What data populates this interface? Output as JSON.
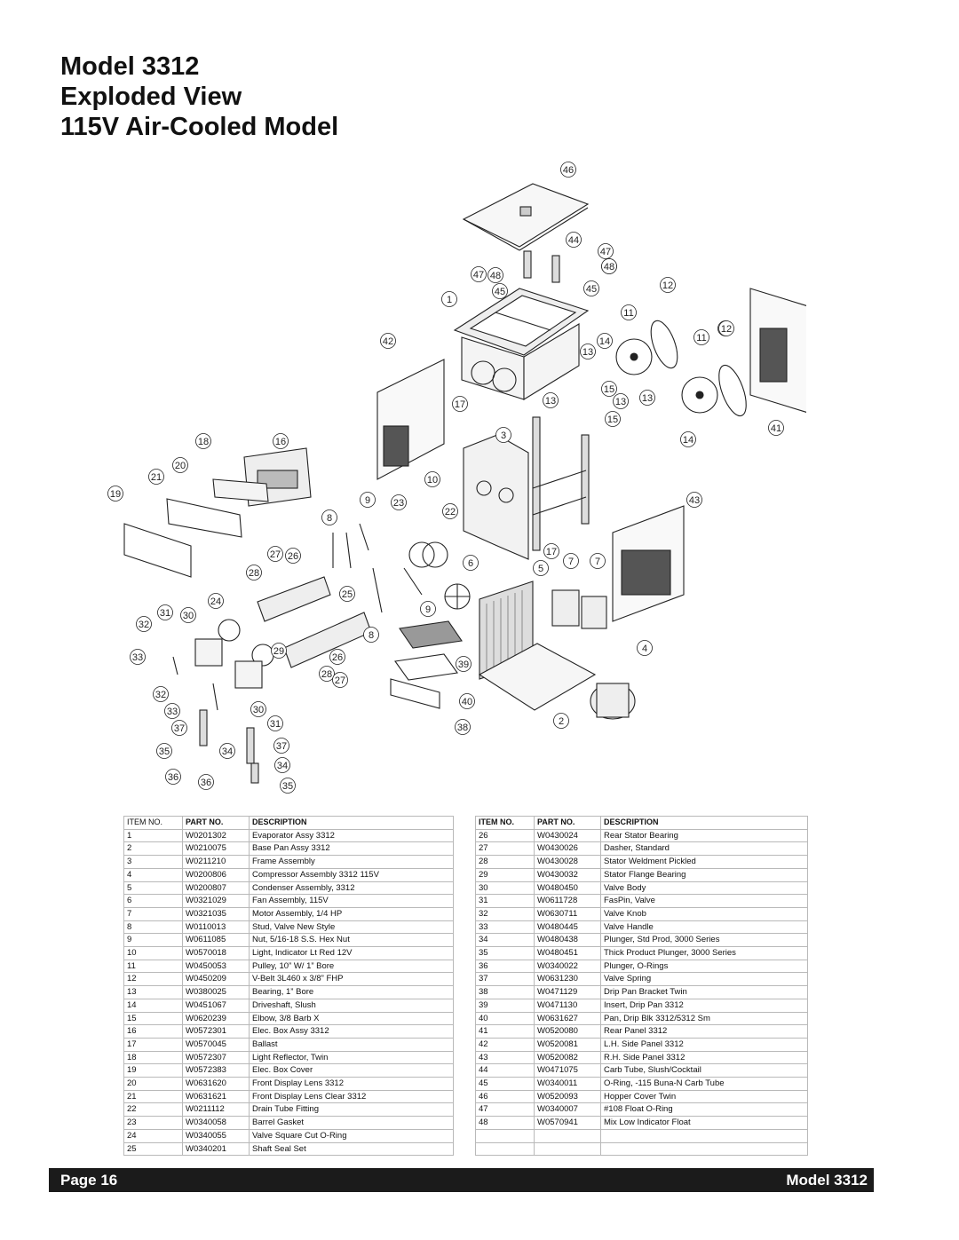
{
  "title": {
    "line1": "Model 3312",
    "line2": "Exploded View",
    "line3": "115V Air-Cooled Model"
  },
  "callouts": [
    "1",
    "2",
    "3",
    "4",
    "5",
    "6",
    "7",
    "8",
    "9",
    "10",
    "11",
    "12",
    "13",
    "14",
    "15",
    "16",
    "17",
    "18",
    "19",
    "20",
    "21",
    "22",
    "23",
    "24",
    "25",
    "26",
    "27",
    "28",
    "29",
    "30",
    "31",
    "32",
    "33",
    "34",
    "35",
    "36",
    "37",
    "38",
    "39",
    "40",
    "41",
    "42",
    "43",
    "44",
    "45",
    "46",
    "47",
    "48"
  ],
  "table": {
    "headers": [
      "ITEM NO.",
      "PART NO.",
      "DESCRIPTION"
    ],
    "rows": [
      [
        "1",
        "W0201302",
        "Evaporator Assy 3312",
        "26",
        "W0430024",
        "Rear Stator Bearing"
      ],
      [
        "2",
        "W0210075",
        "Base Pan Assy 3312",
        "27",
        "W0430026",
        "Dasher, Standard"
      ],
      [
        "3",
        "W0211210",
        "Frame Assembly",
        "28",
        "W0430028",
        "Stator Weldment Pickled"
      ],
      [
        "4",
        "W0200806",
        "Compressor Assembly 3312 115V",
        "29",
        "W0430032",
        "Stator Flange Bearing"
      ],
      [
        "5",
        "W0200807",
        "Condenser Assembly, 3312",
        "30",
        "W0480450",
        "Valve Body"
      ],
      [
        "6",
        "W0321029",
        "Fan Assembly, 115V",
        "31",
        "W0611728",
        "FasPin, Valve"
      ],
      [
        "7",
        "W0321035",
        "Motor Assembly, 1/4 HP",
        "32",
        "W0630711",
        "Valve Knob"
      ],
      [
        "8",
        "W0110013",
        "Stud, Valve New Style",
        "33",
        "W0480445",
        "Valve Handle"
      ],
      [
        "9",
        "W0611085",
        "Nut, 5/16-18 S.S. Hex Nut",
        "34",
        "W0480438",
        "Plunger, Std Prod, 3000 Series"
      ],
      [
        "10",
        "W0570018",
        "Light, Indicator Lt Red 12V",
        "35",
        "W0480451",
        "Thick Product Plunger, 3000 Series"
      ],
      [
        "11",
        "W0450053",
        "Pulley, 10” W/ 1” Bore",
        "36",
        "W0340022",
        "Plunger, O-Rings"
      ],
      [
        "12",
        "W0450209",
        "V-Belt 3L460 x 3/8” FHP",
        "37",
        "W0631230",
        "Valve Spring"
      ],
      [
        "13",
        "W0380025",
        "Bearing, 1” Bore",
        "38",
        "W0471129",
        "Drip Pan Bracket Twin"
      ],
      [
        "14",
        "W0451067",
        "Driveshaft, Slush",
        "39",
        "W0471130",
        "Insert, Drip Pan 3312"
      ],
      [
        "15",
        "W0620239",
        "Elbow, 3/8 Barb X",
        "40",
        "W0631627",
        "Pan, Drip Blk 3312/5312 Sm"
      ],
      [
        "16",
        "W0572301",
        "Elec. Box Assy 3312",
        "41",
        "W0520080",
        "Rear Panel 3312"
      ],
      [
        "17",
        "W0570045",
        "Ballast",
        "42",
        "W0520081",
        "L.H. Side Panel 3312"
      ],
      [
        "18",
        "W0572307",
        "Light Reflector, Twin",
        "43",
        "W0520082",
        "R.H. Side Panel 3312"
      ],
      [
        "19",
        "W0572383",
        "Elec. Box Cover",
        "44",
        "W0471075",
        "Carb Tube, Slush/Cocktail"
      ],
      [
        "20",
        "W0631620",
        "Front Display Lens 3312",
        "45",
        "W0340011",
        "O-Ring, -115 Buna-N Carb Tube"
      ],
      [
        "21",
        "W0631621",
        "Front Display Lens Clear 3312",
        "46",
        "W0520093",
        "Hopper Cover Twin"
      ],
      [
        "22",
        "W0211112",
        "Drain Tube Fitting",
        "47",
        "W0340007",
        "#108 Float O-Ring"
      ],
      [
        "23",
        "W0340058",
        "Barrel Gasket",
        "48",
        "W0570941",
        "Mix Low Indicator Float"
      ],
      [
        "24",
        "W0340055",
        "Valve Square Cut O-Ring",
        "",
        "",
        ""
      ],
      [
        "25",
        "W0340201",
        "Shaft Seal Set",
        "",
        "",
        ""
      ]
    ]
  },
  "footer": {
    "page_label": "Page 16",
    "model_label": "Model 3312"
  }
}
